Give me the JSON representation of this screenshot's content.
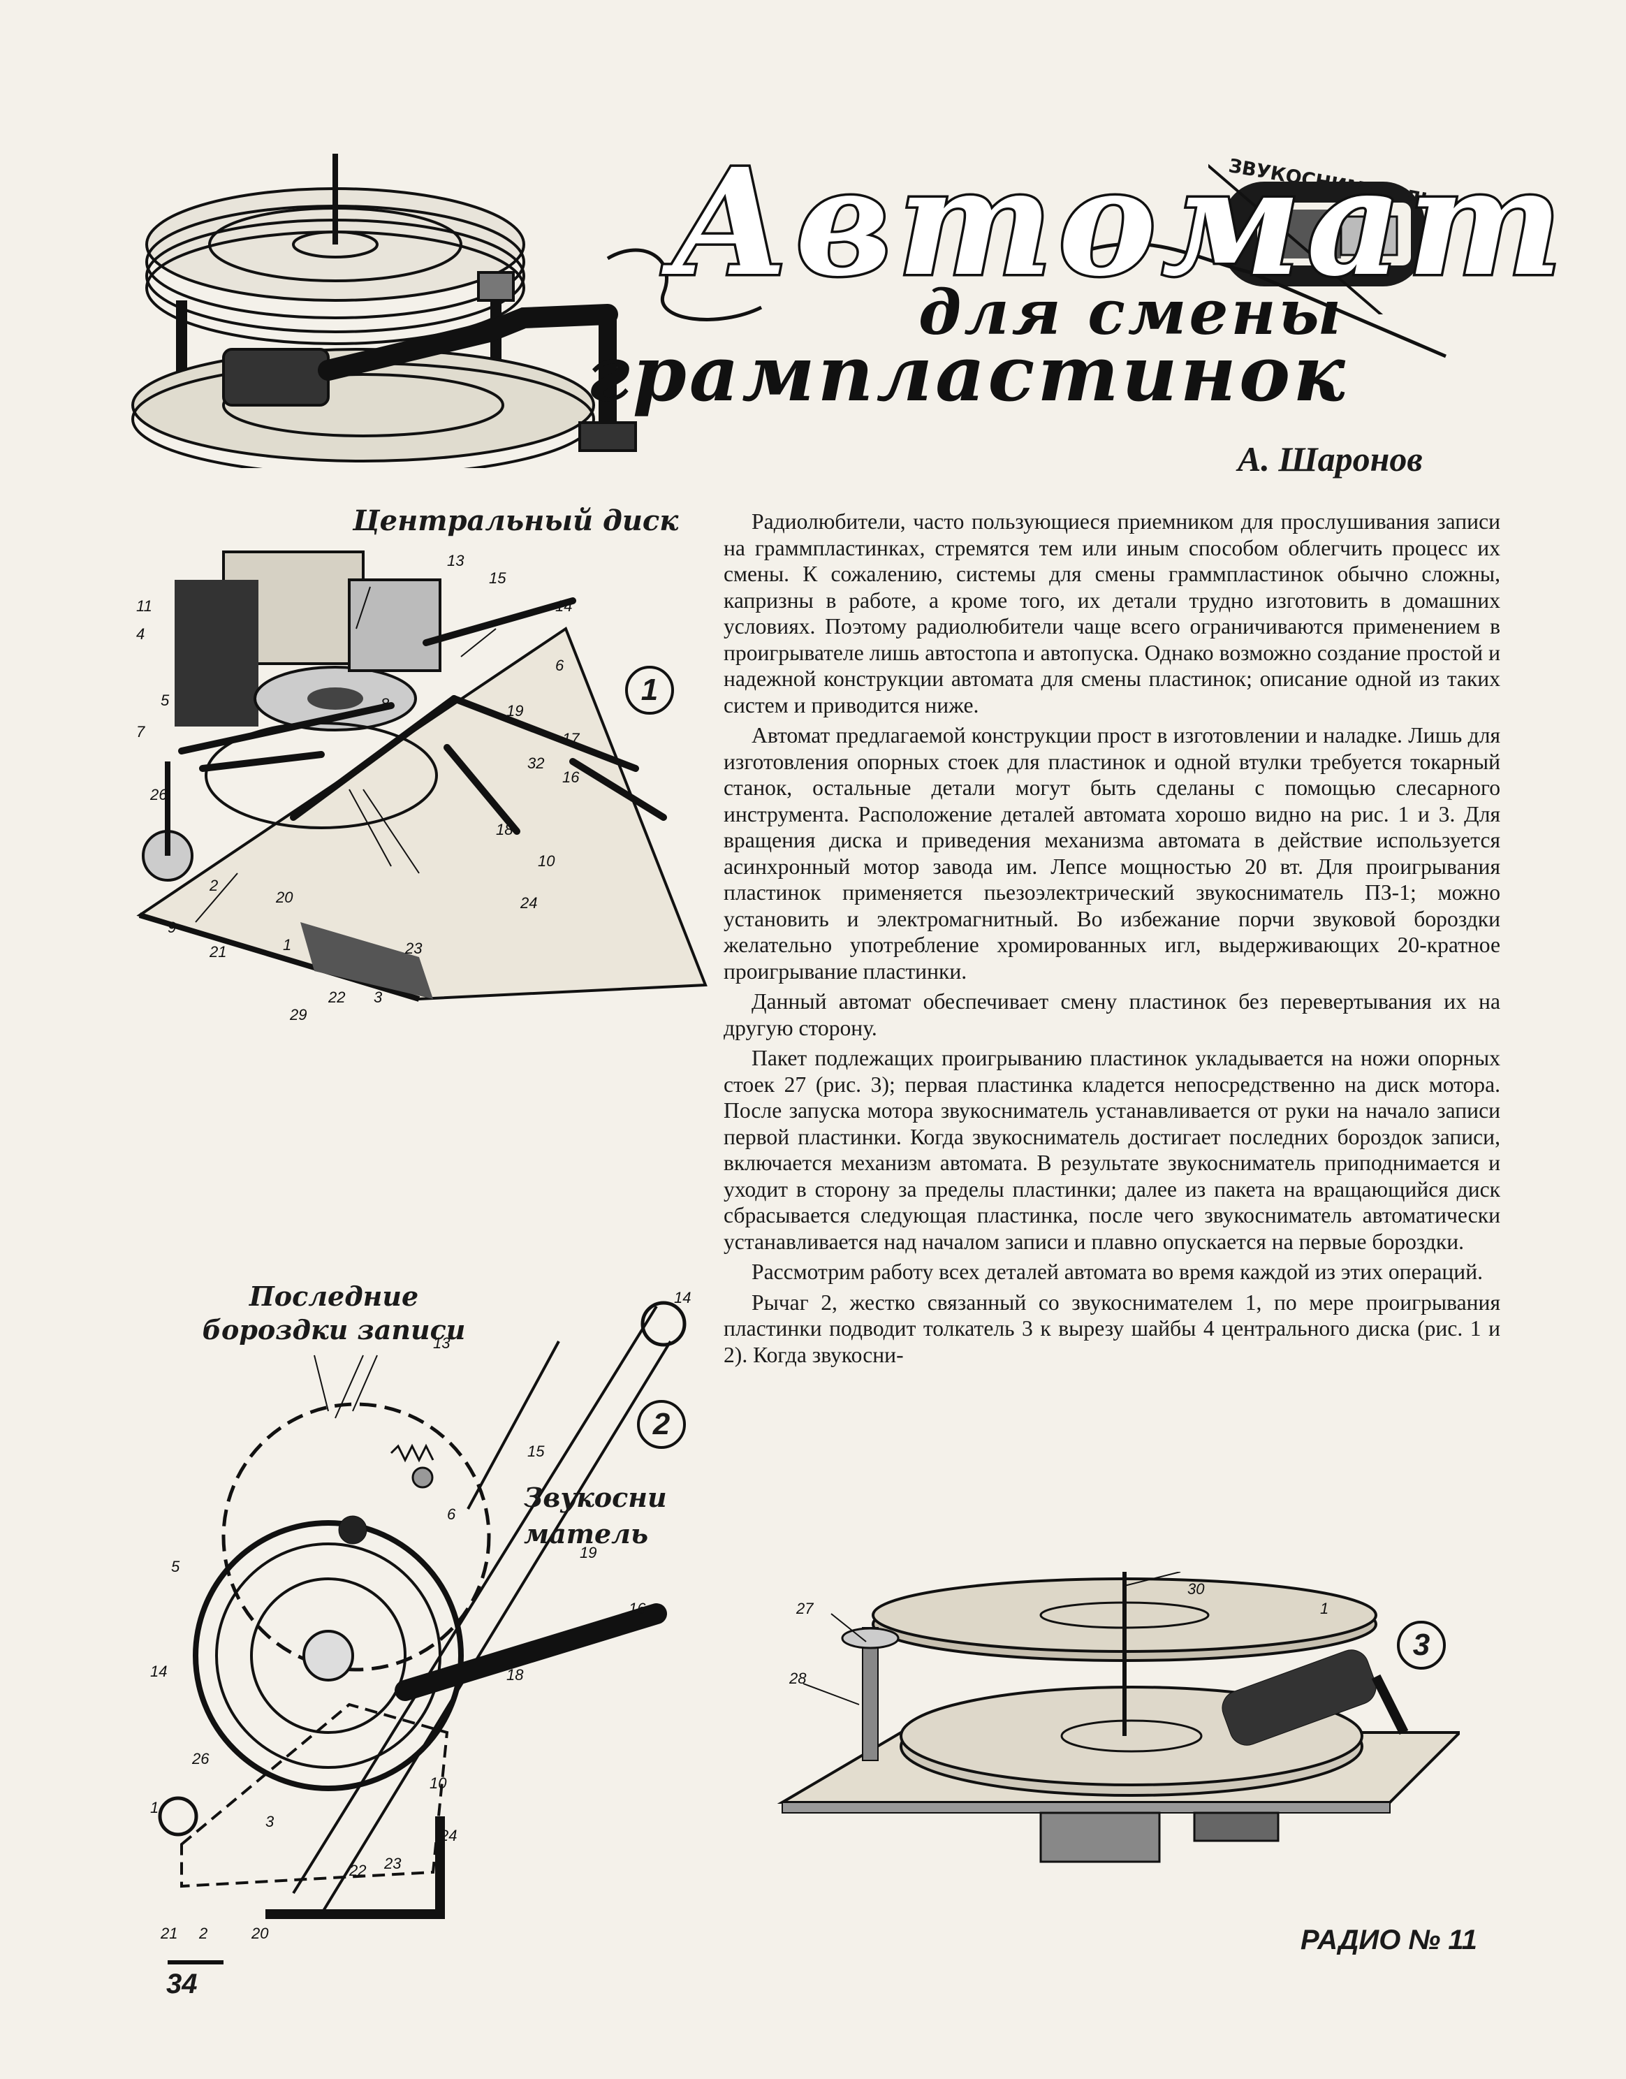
{
  "header": {
    "title_line1": "Автомат",
    "title_line2": "для смены",
    "title_line3": "грампластинок",
    "label_pickup": "ЗВУКОСНИМАТЕЛЬ",
    "author": "А. Шаронов"
  },
  "fig1": {
    "number": "1",
    "label_central_disk": "Центральный диск",
    "callouts": [
      "11",
      "4",
      "5",
      "7",
      "26",
      "2",
      "20",
      "9",
      "21",
      "1",
      "29",
      "22",
      "3",
      "23",
      "24",
      "10",
      "18",
      "16",
      "32",
      "17",
      "19",
      "6",
      "8",
      "14",
      "15",
      "13"
    ]
  },
  "fig2": {
    "number": "2",
    "label_last_grooves": "Последние бороздки записи",
    "label_pickup": "Звукосниматель",
    "callouts": [
      "13",
      "14",
      "15",
      "6",
      "19",
      "16",
      "5",
      "14",
      "18",
      "26",
      "10",
      "1",
      "3",
      "24",
      "22",
      "23",
      "21",
      "2",
      "20"
    ]
  },
  "fig3": {
    "number": "3",
    "callouts": [
      "30",
      "27",
      "1",
      "28"
    ]
  },
  "article": {
    "paragraphs": [
      "Радиолюбители, часто пользующиеся приемником для прослушивания записи на граммпластинках, стремятся тем или иным способом облегчить процесс их смены. К сожалению, системы для смены граммпластинок обычно сложны, капризны в работе, а кроме того, их детали трудно изготовить в домашних условиях. Поэтому радиолюбители чаще всего ограничиваются применением в проигрывателе лишь автостопа и автопуска. Однако возможно создание простой и надежной конструкции автомата для смены пластинок; описание одной из таких систем и приводится ниже.",
      "Автомат предлагаемой конструкции прост в изготовлении и наладке. Лишь для изготовления опорных стоек для пластинок и одной втулки требуется токарный станок, остальные детали могут быть сделаны с помощью слесарного инструмента. Расположение деталей автомата хорошо видно на рис. 1 и 3. Для вращения диска и приведения механизма автомата в действие используется асинхронный мотор завода им. Лепсе мощностью 20 вт. Для проигрывания пластинок применяется пьезоэлектрический звукосниматель ПЗ-1; можно установить и электромагнитный. Во избежание порчи звуковой бороздки желательно употребление хромированных игл, выдерживающих 20-кратное проигрывание пластинки.",
      "Данный автомат обеспечивает смену пластинок без перевертывания их на другую сторону.",
      "Пакет подлежащих проигрыванию пластинок укладывается на ножи опорных стоек 27 (рис. 3); первая пластинка кладется непосредственно на диск мотора. После запуска мотора звукосниматель устанавливается от руки на начало записи первой пластинки. Когда звукосниматель достигает последних бороздок записи, включается механизм автомата. В результате звукосниматель приподнимается и уходит в сторону за пределы пластинки; далее из пакета на вращающийся диск сбрасывается следующая пластинка, после чего звукосниматель автоматически устанавливается над началом записи и плавно опускается на первые бороздки.",
      "Рассмотрим работу всех деталей автомата во время каждой из этих операций.",
      "Рычаг 2, жестко связанный со звукоснимателем 1, по мере проигрывания пластинки подводит толкатель 3 к вырезу шайбы 4 центрального диска (рис. 1 и 2). Когда звукосни-"
    ]
  },
  "footer": {
    "page_number": "34",
    "journal": "РАДИО № 11"
  },
  "colors": {
    "paper": "#f4f1ea",
    "ink": "#1a1a1a"
  }
}
